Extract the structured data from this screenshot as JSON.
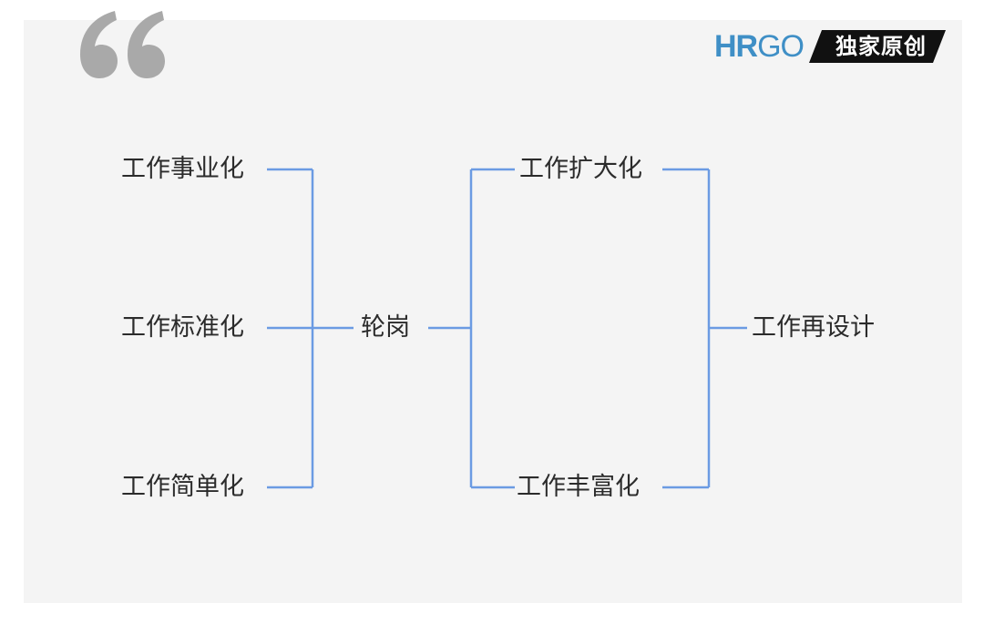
{
  "brand": {
    "logo_hr": "HR",
    "logo_go": "GO",
    "tag": "独家原创",
    "logo_color": "#3f8fc6"
  },
  "diagram": {
    "line_color": "#6b9be3",
    "nodes": {
      "left_top": "工作事业化",
      "left_middle": "工作标准化",
      "left_bottom": "工作简单化",
      "center": "轮岗",
      "right_top": "工作扩大化",
      "right_bottom": "工作丰富化",
      "result": "工作再设计"
    }
  },
  "decor": {
    "quote_icon": "open-quote-icon",
    "quote_color": "#a9a9a9"
  }
}
